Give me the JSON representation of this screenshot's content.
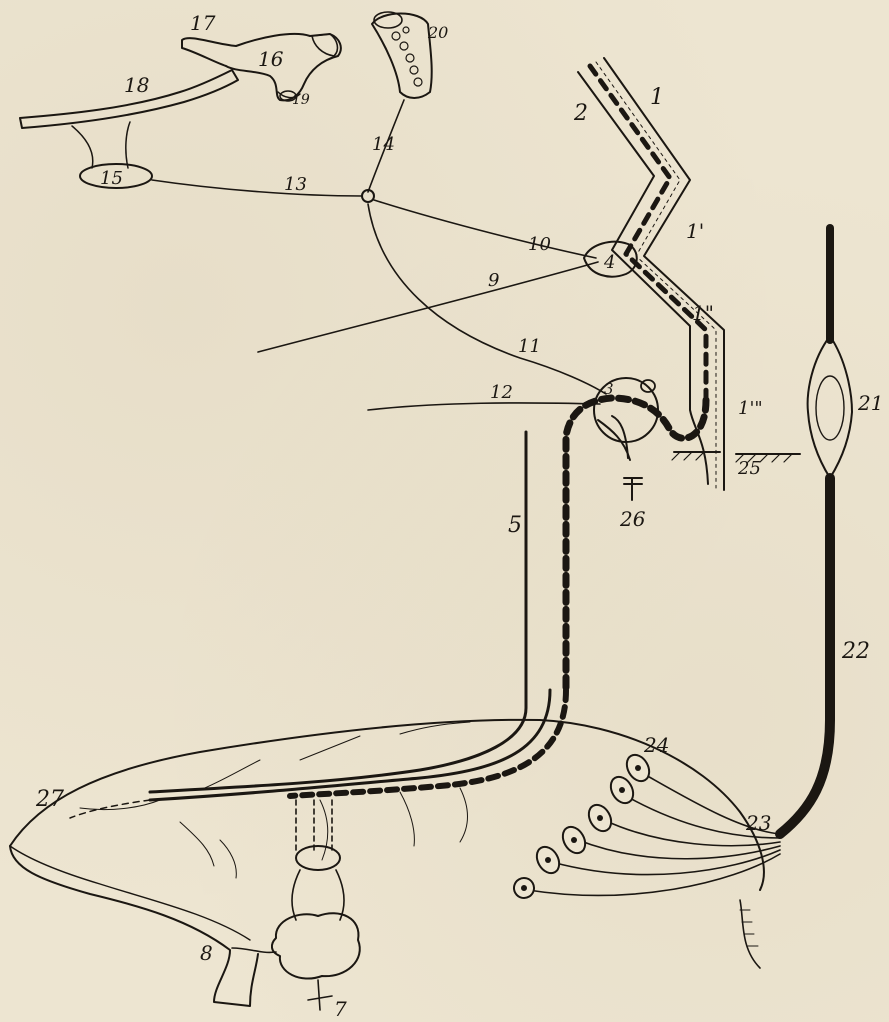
{
  "diagram": {
    "labels": {
      "l1": "1",
      "l1p": "1'",
      "l1pp": "1\"",
      "l1ppp": "1'\"",
      "l2": "2",
      "l3": "3",
      "l4": "4",
      "l5": "5",
      "l7": "7",
      "l8": "8",
      "l9": "9",
      "l10": "10",
      "l11": "11",
      "l12": "12",
      "l13": "13",
      "l14": "14",
      "l15": "15",
      "l16": "16",
      "l17": "17",
      "l18": "18",
      "l19": "19",
      "l20": "20",
      "l21": "21",
      "l22": "22",
      "l23": "23",
      "l24": "24",
      "l25": "25",
      "l26": "26",
      "l27": "27"
    }
  }
}
